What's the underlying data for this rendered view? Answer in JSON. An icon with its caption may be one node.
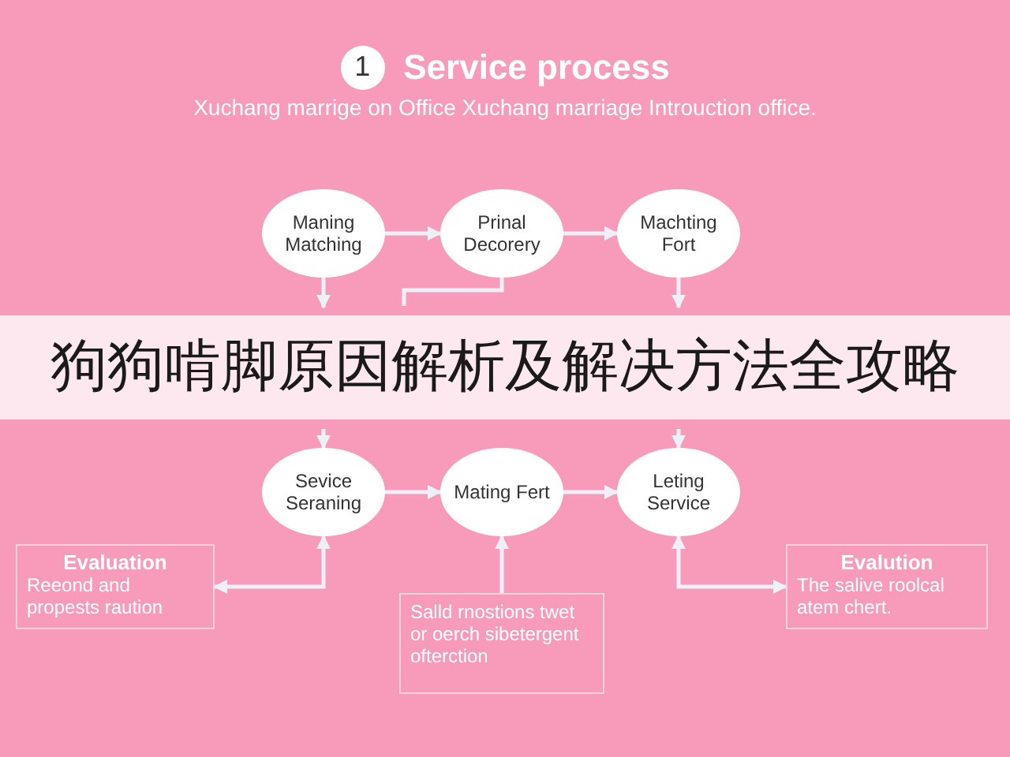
{
  "diagram": {
    "title": "Service process",
    "nodes": [
      {
        "text": [
          "Maning Matching"
        ]
      },
      {
        "text": [
          "Prinal Decorery"
        ]
      },
      {
        "text": [
          "Machting Fort"
        ]
      },
      {
        "text": [
          "Sevice Seraning"
        ]
      },
      {
        "text": [
          "Mating Fert"
        ]
      },
      {
        "text": [
          "Leting Service"
        ]
      },
      {
        "text": [
          "Evaluation",
          "Reeond and propests raution"
        ]
      },
      {
        "text": [
          "Salld rnostions twet or oerch sibetergent ofterction"
        ]
      },
      {
        "text": [
          "Evalution",
          "The salive roolcal atem chert."
        ]
      }
    ],
    "edges": [
      {
        "from": 0,
        "to": 1,
        "arrow": "to"
      },
      {
        "from": 1,
        "to": 2,
        "arrow": "to"
      },
      {
        "from": 0,
        "to": null,
        "arrow": "to"
      },
      {
        "from": 2,
        "to": null,
        "arrow": "to"
      },
      {
        "from": 1,
        "to": null,
        "arrow": "none"
      },
      {
        "from": null,
        "to": 3,
        "arrow": "to"
      },
      {
        "from": null,
        "to": 5,
        "arrow": "to"
      },
      {
        "from": 3,
        "to": 4,
        "arrow": "to"
      },
      {
        "from": 4,
        "to": 5,
        "arrow": "to"
      },
      {
        "from": 6,
        "to": 3,
        "arrow": "both"
      },
      {
        "from": 7,
        "to": 4,
        "arrow": "to"
      },
      {
        "from": 5,
        "to": 8,
        "arrow": "both"
      }
    ],
    "labels": [
      "1",
      "Xuchang marrige on Office Xuchang marriage Introuction office.",
      "狗狗啃脚原因解析及解决方法全攻略"
    ]
  }
}
